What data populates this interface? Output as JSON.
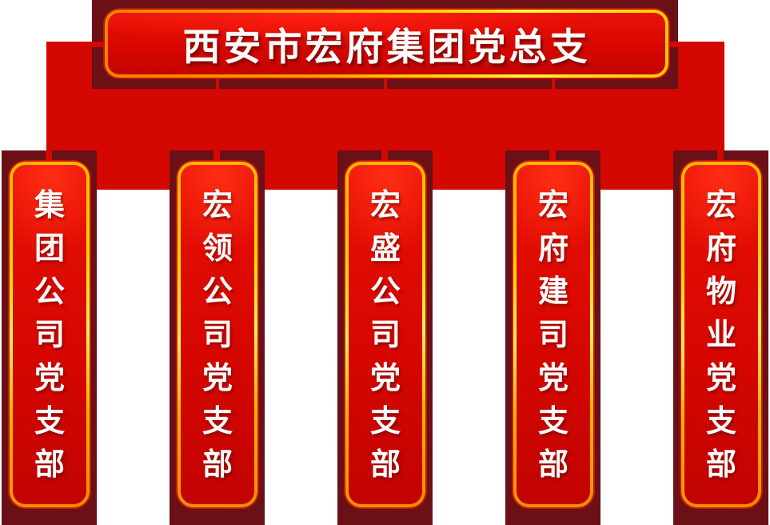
{
  "chart": {
    "type": "org-tree",
    "title": "西安市宏府集团党总支",
    "nodes": [
      {
        "label": "集团公司党支部"
      },
      {
        "label": "宏领公司党支部"
      },
      {
        "label": "宏盛公司党支部"
      },
      {
        "label": "宏府建司党支部"
      },
      {
        "label": "宏府物业党支部"
      }
    ],
    "colors": {
      "background": "#ffffff",
      "plate_maroon": "#6a1016",
      "connector_red": "#d40701",
      "banner_red_top": "#ea1106",
      "banner_red_bottom": "#c10300",
      "gold_orange": "#f08c00",
      "gold_yellow": "#fff05a",
      "text": "#ffffff"
    }
  }
}
